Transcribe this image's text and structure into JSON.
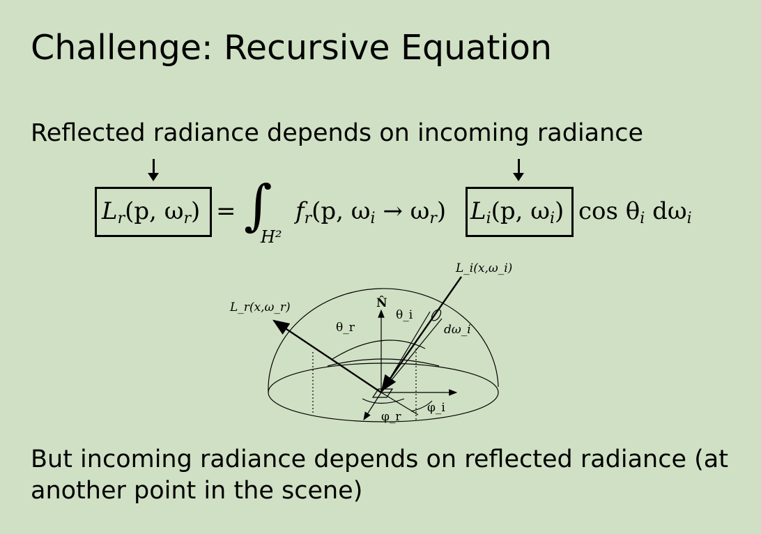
{
  "slide": {
    "title": "Challenge: Recursive Equation",
    "line1": "Reflected radiance depends on incoming radiance",
    "line2": "But incoming radiance depends on reflected radiance (at another point in the scene)"
  },
  "equation": {
    "lhs_symbol": "L",
    "lhs_sub": "r",
    "lhs_args": "(p, ω",
    "lhs_args_sub": "r",
    "equals": "=",
    "integral": "∫",
    "domain": "H²",
    "brdf": "f",
    "brdf_sub": "r",
    "brdf_args": "(p, ω",
    "brdf_args_sub1": "i",
    "brdf_arrow": " → ω",
    "brdf_args_sub2": "r",
    "li_symbol": "L",
    "li_sub": "i",
    "li_args": "(p, ω",
    "li_args_sub": "i",
    "cos": "cos θ",
    "cos_sub": "i",
    "dw": " dω",
    "dw_sub": "i"
  },
  "diagram": {
    "label_li": "L_i(x,ω_i)",
    "label_lr": "L_r(x,ω_r)",
    "label_n": "N̂",
    "label_theta_i": "θ_i",
    "label_theta_r": "θ_r",
    "label_dw": "dω_i",
    "label_phi_r": "φ_r",
    "label_phi_i": "φ_i"
  }
}
